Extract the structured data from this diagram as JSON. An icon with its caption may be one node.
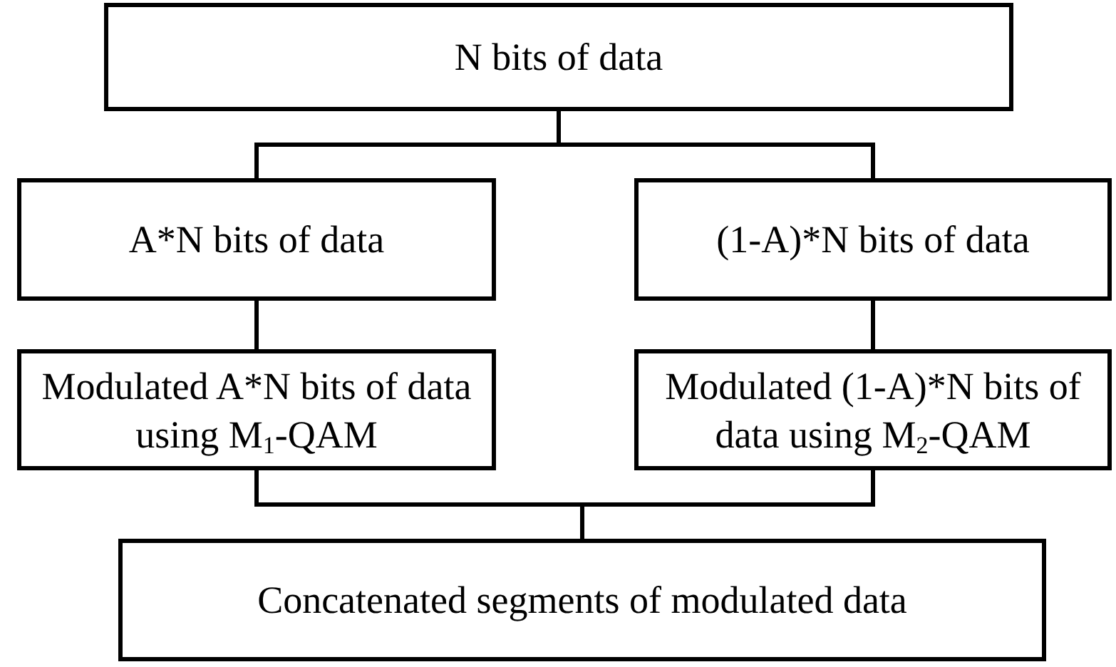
{
  "diagram": {
    "nodes": [
      {
        "text": [
          "N bits of data"
        ]
      },
      {
        "text": [
          "A*N bits of data"
        ]
      },
      {
        "text": [
          "(1-A)*N bits of data"
        ]
      },
      {
        "text": [
          "Modulated A*N bits of data using M$_{1}$-QAM"
        ]
      },
      {
        "text": [
          "Modulated (1-A)*N bits of data using M$_{2}$-QAM"
        ]
      },
      {
        "text": [
          "Concatenated segments of modulated data"
        ]
      }
    ],
    "edges": [
      {
        "from": 0,
        "to": 1,
        "arrow": "none"
      },
      {
        "from": 0,
        "to": 2,
        "arrow": "none"
      },
      {
        "from": 1,
        "to": 3,
        "arrow": "none"
      },
      {
        "from": 2,
        "to": 4,
        "arrow": "none"
      },
      {
        "from": 3,
        "to": 5,
        "arrow": "none"
      },
      {
        "from": 4,
        "to": 5,
        "arrow": "none"
      }
    ]
  }
}
